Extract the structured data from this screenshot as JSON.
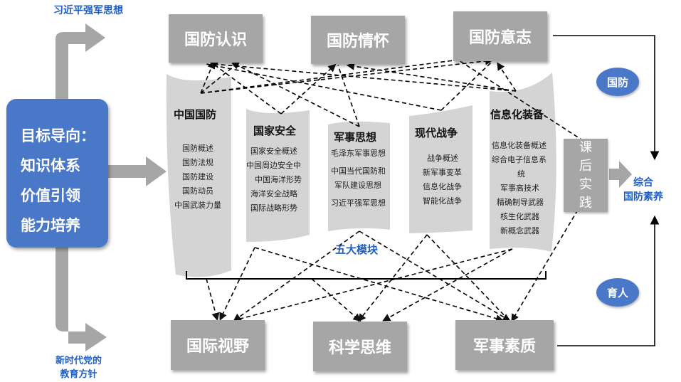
{
  "goal": {
    "lines": [
      "目标导向：",
      "知识体系",
      "价值引领",
      "能力培养"
    ]
  },
  "top_label": "习近平强军思想",
  "bottom_label": [
    "新时代党的",
    "教育方针"
  ],
  "top_boxes": [
    "国防认识",
    "国防情怀",
    "国防意志"
  ],
  "bottom_boxes": [
    "国际视野",
    "科学思维",
    "军事素质"
  ],
  "modules": [
    {
      "title": "中国国防",
      "items": [
        "国防概述",
        "国防法规",
        "国防建设",
        "国防动员",
        "中国武装力量"
      ]
    },
    {
      "title": "国家安全",
      "items": [
        "国家安全概述",
        "中国周边安全中",
        "中国海洋形势",
        "海洋安全战略",
        "国际战略形势"
      ]
    },
    {
      "title": "军事思想",
      "items": [
        "毛泽东军事思想",
        "中国当代国防和",
        "军队建设思想",
        "习近平强军思想"
      ]
    },
    {
      "title": "现代战争",
      "items": [
        "战争概述",
        "新军事变革",
        "信息化战争",
        "智能化战争"
      ]
    },
    {
      "title": "信息化装备",
      "items": [
        "信息化装备概述",
        "综合电子信息系",
        "统",
        "军事高技术",
        "精确制导武器",
        "核生化武器",
        "新概念武器"
      ]
    }
  ],
  "modules_label": "五大模块",
  "practice": [
    "课",
    "后",
    "实",
    "践"
  ],
  "result": [
    "综合",
    "国防素养"
  ],
  "circle_top": "国防",
  "circle_bottom": "育人",
  "colors": {
    "blue": "#4a78c8",
    "gray": "#a6a6a6",
    "label_blue": "#1f5fc4"
  }
}
